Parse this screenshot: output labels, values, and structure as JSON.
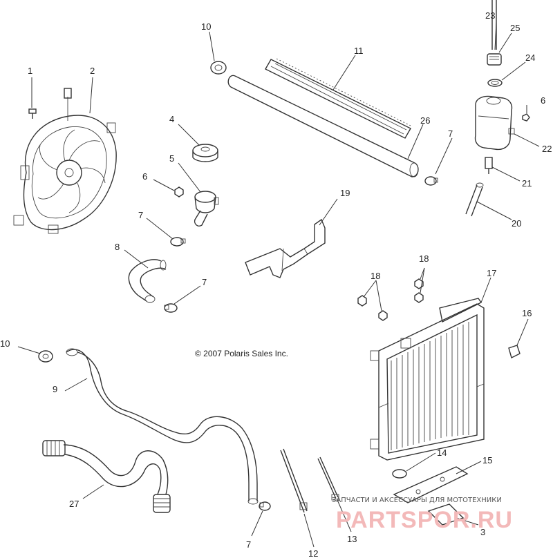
{
  "diagram": {
    "copyright": "© 2007 Polaris Sales Inc.",
    "watermark": {
      "tagline": "ЗАПЧАСТИ И АКСЕССУАРЫ ДЛЯ МОТОТЕХНИКИ",
      "brand": "PARTSPOR.RU",
      "color": "#f3b9b9"
    },
    "callouts": [
      {
        "id": "c1",
        "label": "1"
      },
      {
        "id": "c2",
        "label": "2"
      },
      {
        "id": "c3",
        "label": "3"
      },
      {
        "id": "c4",
        "label": "4"
      },
      {
        "id": "c5",
        "label": "5"
      },
      {
        "id": "c6a",
        "label": "6"
      },
      {
        "id": "c6b",
        "label": "6"
      },
      {
        "id": "c7a",
        "label": "7"
      },
      {
        "id": "c7b",
        "label": "7"
      },
      {
        "id": "c7c",
        "label": "7"
      },
      {
        "id": "c7d",
        "label": "7"
      },
      {
        "id": "c8",
        "label": "8"
      },
      {
        "id": "c9",
        "label": "9"
      },
      {
        "id": "c10a",
        "label": "10"
      },
      {
        "id": "c10b",
        "label": "10"
      },
      {
        "id": "c11",
        "label": "11"
      },
      {
        "id": "c12",
        "label": "12"
      },
      {
        "id": "c13",
        "label": "13"
      },
      {
        "id": "c14",
        "label": "14"
      },
      {
        "id": "c15",
        "label": "15"
      },
      {
        "id": "c16",
        "label": "16"
      },
      {
        "id": "c17",
        "label": "17"
      },
      {
        "id": "c18a",
        "label": "18"
      },
      {
        "id": "c18b",
        "label": "18"
      },
      {
        "id": "c19",
        "label": "19"
      },
      {
        "id": "c20",
        "label": "20"
      },
      {
        "id": "c21",
        "label": "21"
      },
      {
        "id": "c22",
        "label": "22"
      },
      {
        "id": "c23",
        "label": "23"
      },
      {
        "id": "c24",
        "label": "24"
      },
      {
        "id": "c25",
        "label": "25"
      },
      {
        "id": "c26",
        "label": "26"
      },
      {
        "id": "c27",
        "label": "27"
      }
    ]
  }
}
